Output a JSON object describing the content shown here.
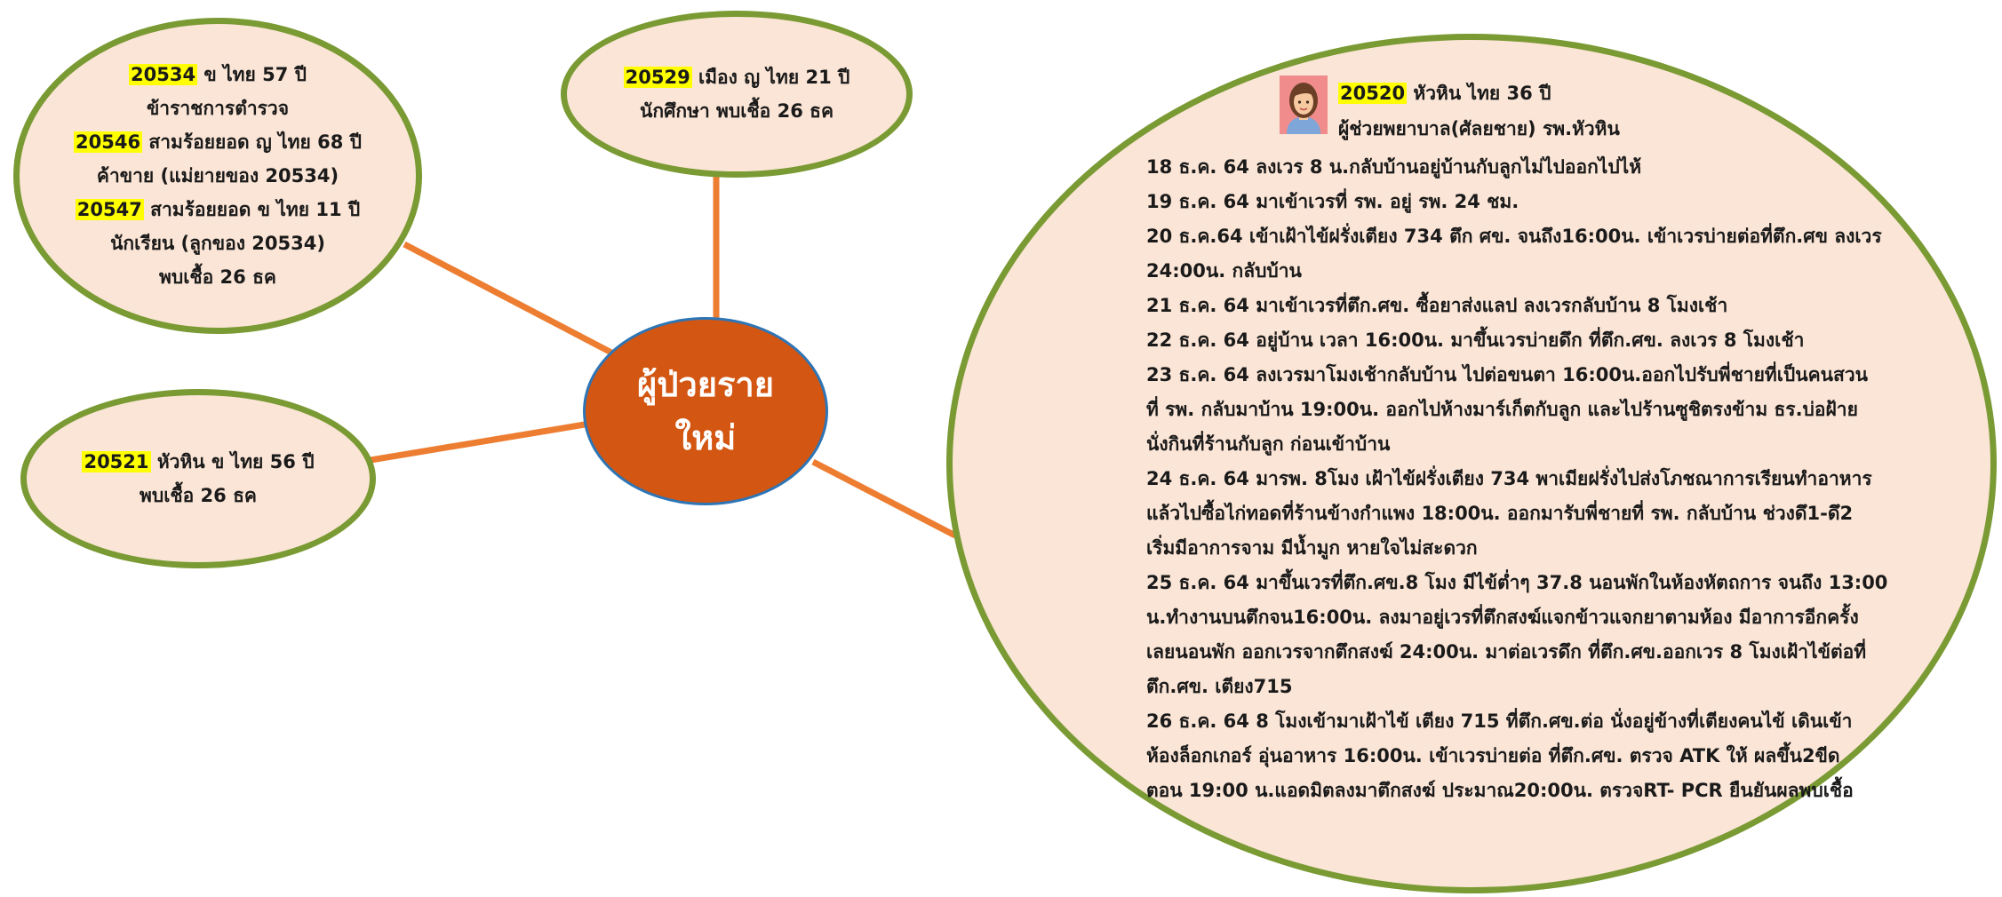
{
  "center": {
    "line1": "ผู้ป่วยราย",
    "line2": "ใหม่"
  },
  "colors": {
    "connector": "#ed7d31",
    "bubble_fill": "#fbe5d6",
    "bubble_border": "#7a9a34",
    "center_fill": "#d35612",
    "highlight": "#ffff00"
  },
  "top_left": {
    "id1": "20534",
    "line1": "  ข ไทย 57 ปี",
    "line2": "ข้าราชการตำรวจ",
    "id2": "20546",
    "line3": " สามร้อยยอด ญ ไทย 68 ปี",
    "line4": "ค้าขาย (แม่ยายของ 20534)",
    "id3": "20547",
    "line5": " สามร้อยยอด ข ไทย 11 ปี",
    "line6": "นักเรียน (ลูกของ 20534)",
    "line7": "พบเชื้อ 26 ธค"
  },
  "top_mid": {
    "id": "20529",
    "line1": " เมือง ญ ไทย 21 ปี",
    "line2": "นักศึกษา พบเชื้อ 26 ธค"
  },
  "left": {
    "id": "20521",
    "line1": " หัวหิน ข ไทย 56 ปี",
    "line2": "พบเชื้อ 26 ธค"
  },
  "big": {
    "avatar_icon": "female-avatar-icon",
    "id": "20520",
    "line1": " หัวหิน ไทย 36 ปี",
    "line2": "ผู้ช่วยพยาบาล(ศัลยชาย) รพ.หัวหิน",
    "entries": [
      "18 ธ.ค. 64 ลงเวร 8 น.กลับบ้านอยู่บ้านกับลูกไม่ไปออกไปไห้",
      "19 ธ.ค. 64 มาเข้าเวรที่ รพ. อยู่ รพ. 24 ชม.",
      "20 ธ.ค.64 เข้าเฝ้าไข้ฝรั่งเตียง 734 ตึก ศข. จนถึง16:00น. เข้าเวรบ่ายต่อที่ตึก.ศข ลงเวร",
      "24:00น. กลับบ้าน",
      "21 ธ.ค. 64 มาเข้าเวรที่ตึก.ศข. ซื้อยาส่งแลป ลงเวรกลับบ้าน 8 โมงเช้า",
      "22 ธ.ค. 64 อยู่บ้าน เวลา 16:00น. มาขึ้นเวรบ่ายดึก ที่ตึก.ศข. ลงเวร 8 โมงเช้า",
      "23 ธ.ค. 64 ลงเวรมาโมงเช้ากลับบ้าน ไปต่อขนตา 16:00น.ออกไปรับพี่ชายที่เป็นคนสวน",
      "ที่ รพ. กลับมาบ้าน 19:00น. ออกไปห้างมาร์เก็ตกับลูก และไปร้านซูชิตรงข้าม ธร.บ่อฝ้าย",
      "นั่งกินที่ร้านกับลูก ก่อนเข้าบ้าน",
      "24 ธ.ค. 64 มารพ. 8โมง เฝ้าไข้ฝรั่งเตียง 734 พาเมียฝรั่งไปส่งโภชณาการเรียนทำอาหาร",
      "แล้วไปซื้อไก่ทอดที่ร้านข้างกำแพง 18:00น. ออกมารับพี่ชายที่ รพ. กลับบ้าน ช่วงดึ1-ดึ2",
      "เริ่มมีอาการจาม มีน้ำมูก หายใจไม่สะดวก",
      "25 ธ.ค. 64 มาขึ้นเวรที่ตึก.ศข.8 โมง มีไข้ต่ำๆ 37.8 นอนพักในห้องหัตถการ จนถึง 13:00",
      "น.ทำงานบนตึกจน16:00น. ลงมาอยู่เวรที่ตึกสงฆ์แจกข้าวแจกยาตามห้อง มีอาการอีกครั้ง",
      "เลยนอนพัก ออกเวรจากตึกสงฆ์ 24:00น. มาต่อเวรดึก ที่ตึก.ศข.ออกเวร 8 โมงเฝ้าไข้ต่อที่",
      "ตึก.ศข. เตียง715",
      "26 ธ.ค. 64 8 โมงเข้ามาเฝ้าไข้ เตียง 715 ที่ตึก.ศข.ต่อ นั่งอยู่ข้างที่เตียงคนไข้ เดินเข้า",
      "ห้องล็อกเกอร์ อุ่นอาหาร 16:00น. เข้าเวรบ่ายต่อ ที่ตึก.ศข. ตรวจ ATK ให้ ผลขึ้น2ขีด",
      "ตอน 19:00 น.แอดมิตลงมาตึกสงฆ์ ประมาณ20:00น. ตรวจRT- PCR ยืนยันผลพบเชื้อ"
    ]
  }
}
